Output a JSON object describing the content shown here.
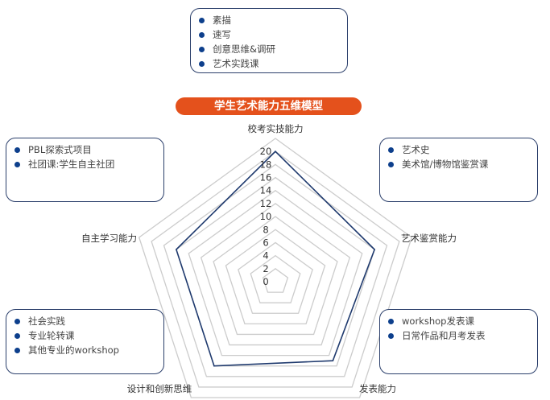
{
  "title": "学生艺术能力五维模型",
  "boxes": {
    "top": [
      "素描",
      "速写",
      "创意思维&调研",
      "艺术实践课"
    ],
    "left_top": [
      "PBL探索式项目",
      "社团课:学生自主社团"
    ],
    "right_top": [
      "艺术史",
      "美术馆/博物馆鉴赏课"
    ],
    "left_bottom": [
      "社会实践",
      "专业轮转课",
      "其他专业的workshop"
    ],
    "right_bottom": [
      "workshop发表课",
      "日常作品和月考发表"
    ]
  },
  "colors": {
    "accent": "#e4511c",
    "series": "#1f3a6e",
    "grid": "#cccccc",
    "bullet": "#0d3f8c"
  },
  "chart_data": {
    "type": "radar",
    "categories": [
      "校考实技能力",
      "艺术鉴赏能力",
      "发表能力",
      "设计和创新思维",
      "自主学习能力"
    ],
    "values": [
      20,
      16,
      15,
      16,
      16
    ],
    "tick_labels": [
      "0",
      "2",
      "4",
      "6",
      "8",
      "10",
      "12",
      "14",
      "16",
      "18",
      "20"
    ],
    "range": [
      0,
      22
    ],
    "grid": true
  }
}
